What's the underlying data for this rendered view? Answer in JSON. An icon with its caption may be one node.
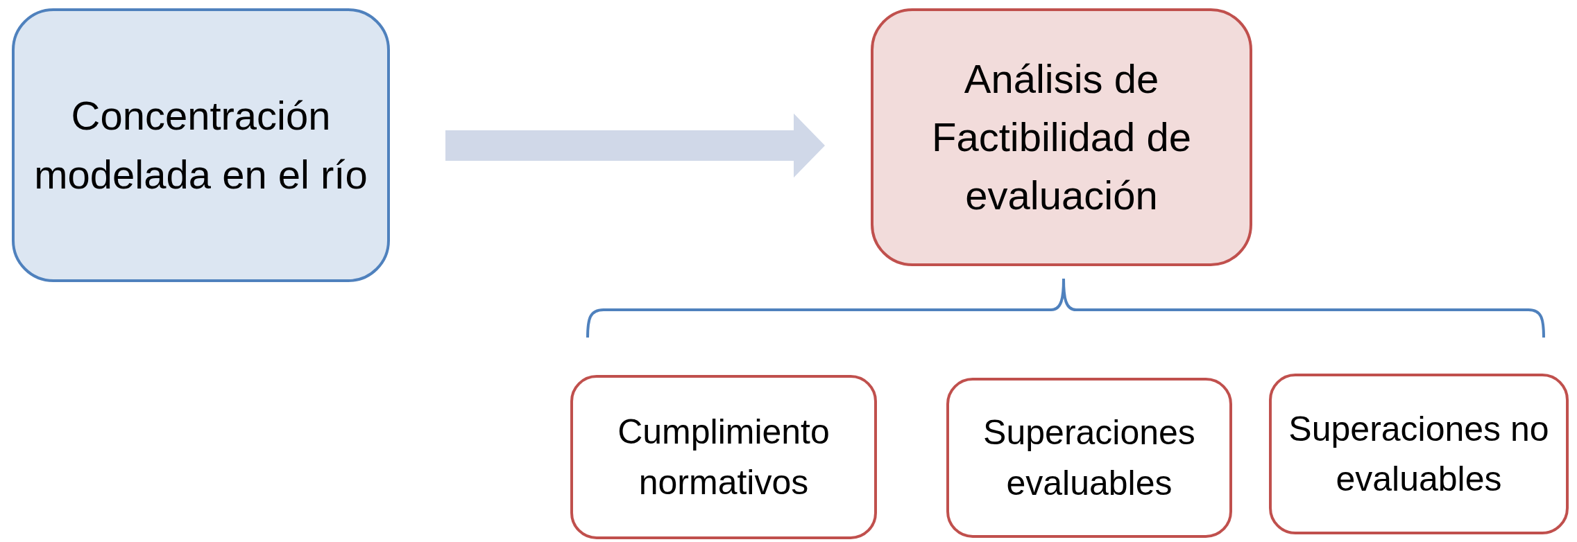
{
  "diagram": {
    "nodes": [
      {
        "text": [
          "Concentración modelada en el río"
        ]
      },
      {
        "text": [
          "Análisis de Factibilidad de evaluación"
        ]
      },
      {
        "text": [
          "Cumplimiento normativos"
        ]
      },
      {
        "text": [
          "Superaciones evaluables"
        ]
      },
      {
        "text": [
          "Superaciones no evaluables"
        ]
      }
    ],
    "edges": [
      {
        "from": 0,
        "to": 1,
        "arrow": "to",
        "style": "thick",
        "color": "#d0d8e8"
      }
    ]
  }
}
